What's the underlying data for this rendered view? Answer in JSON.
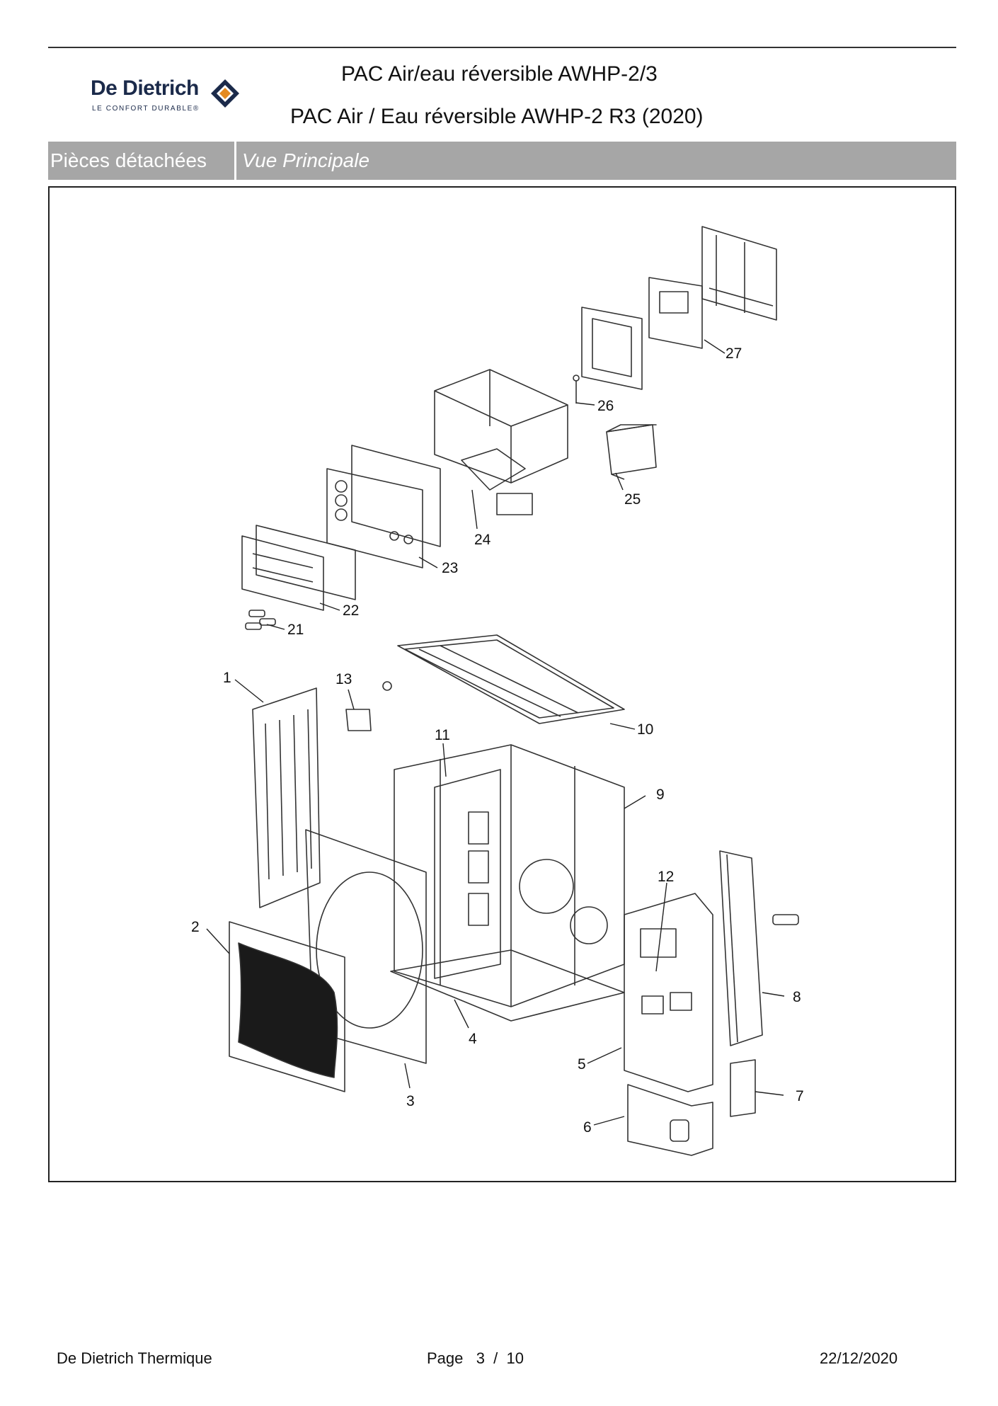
{
  "header": {
    "brand_name": "De Dietrich",
    "brand_tagline": "LE CONFORT DURABLE®",
    "title_line1": "PAC Air/eau réversible AWHP-2/3",
    "title_line2": "PAC Air / Eau réversible AWHP-2 R3 (2020)"
  },
  "banner": {
    "section": "Pièces détachées",
    "view": "Vue Principale"
  },
  "diagram": {
    "callouts": [
      "1",
      "2",
      "3",
      "4",
      "5",
      "6",
      "7",
      "8",
      "9",
      "10",
      "11",
      "12",
      "13",
      "21",
      "22",
      "23",
      "24",
      "25",
      "26",
      "27"
    ]
  },
  "footer": {
    "company": "De Dietrich Thermique",
    "page_label": "Page   3  /  10",
    "date": "22/12/2020"
  }
}
